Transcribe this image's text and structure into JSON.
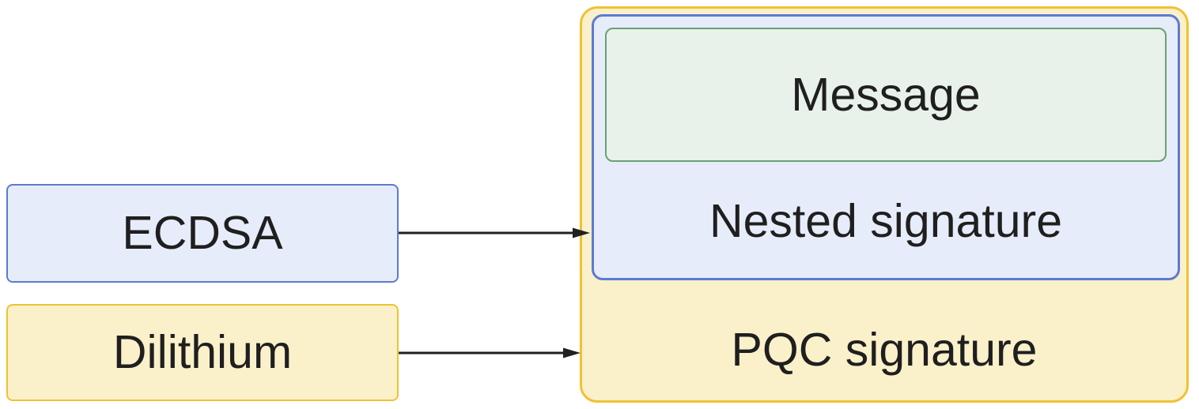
{
  "diagram": {
    "description": "Hybrid post-quantum signature nesting diagram",
    "nodes": {
      "ecdsa": {
        "label": "ECDSA"
      },
      "dilithium": {
        "label": "Dilithium"
      },
      "message": {
        "label": "Message"
      },
      "nested_signature": {
        "label": "Nested signature"
      },
      "pqc_signature": {
        "label": "PQC signature"
      }
    },
    "edges": [
      {
        "from": "ecdsa",
        "to": "nested_signature"
      },
      {
        "from": "dilithium",
        "to": "pqc_signature"
      }
    ],
    "colors": {
      "blue_fill": "#e7ecfa",
      "blue_border": "#5c7bd0",
      "yellow_fill": "#faf0ca",
      "yellow_border": "#f0c232",
      "green_fill": "#e8f1ea",
      "green_border": "#68a271",
      "arrow": "#212121",
      "text": "#1f1f1f"
    }
  }
}
